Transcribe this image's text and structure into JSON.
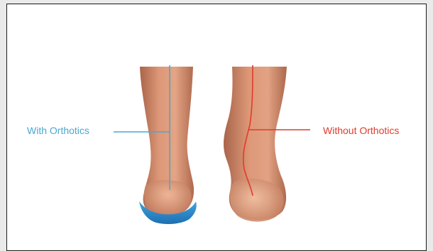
{
  "labels": {
    "with_orthotics": "With Orthotics",
    "without_orthotics": "Without Orthotics"
  },
  "colors": {
    "with_orthotics": "#4aa8d0",
    "without_orthotics": "#e23a2a",
    "skin": "#d98f6d",
    "skin_shadow": "#b96e52",
    "orthotic_insole": "#2b8fd4",
    "frame_border": "#1a1a1a"
  },
  "icons": {
    "left_leg": "foot-with-orthotic",
    "right_leg": "foot-without-orthotic"
  }
}
